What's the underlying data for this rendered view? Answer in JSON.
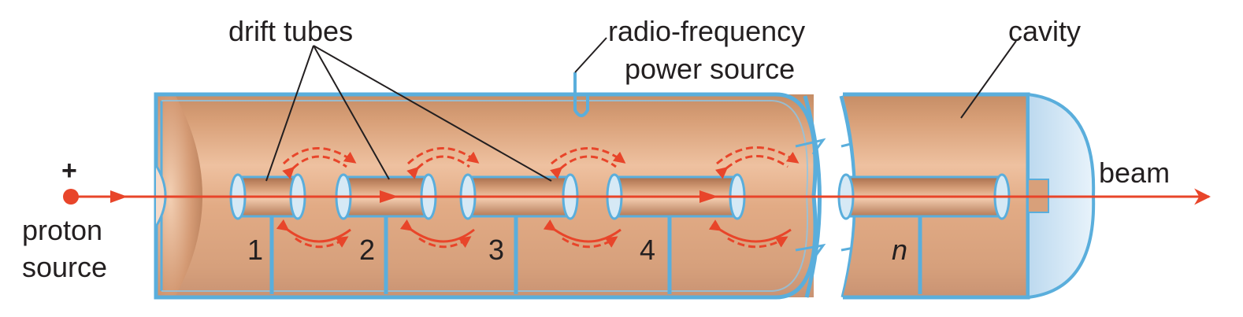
{
  "labels": {
    "drift_tubes": "drift tubes",
    "rf_line1": "radio-frequency",
    "rf_line2": "power source",
    "cavity": "cavity",
    "beam": "beam",
    "plus_sign": "+",
    "proton_line1": "proton",
    "proton_line2": "source"
  },
  "tube_numbers": [
    "1",
    "2",
    "3",
    "4",
    "n"
  ],
  "colors": {
    "copper_dark": "#b8805a",
    "copper_mid": "#d9a27c",
    "copper_light": "#f0c5a0",
    "outline_blue": "#5aaedc",
    "tube_face": "#d6e9f5",
    "beam_red": "#e8452a",
    "field_red": "#e8452a",
    "text": "#231f20"
  }
}
